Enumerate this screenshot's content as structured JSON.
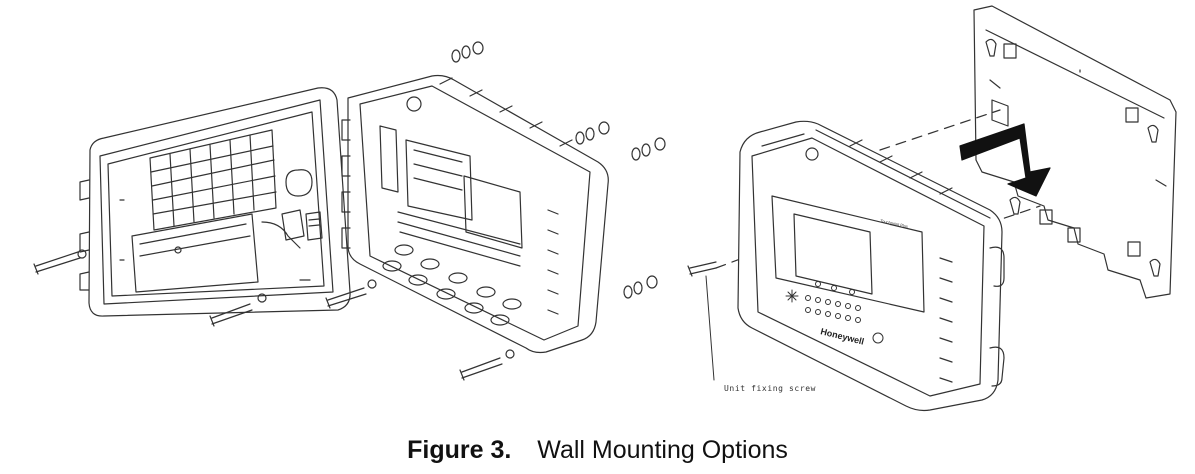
{
  "figure": {
    "number": "Figure 3.",
    "title": "Wall Mounting Options"
  },
  "callouts": {
    "unit_fixing_screw": "Unit fixing screw"
  },
  "device": {
    "brand": "Honeywell",
    "model": "Touchpoint Plus"
  },
  "colors": {
    "line": "#333333",
    "fill": "#ffffff",
    "arrow": "#111111"
  }
}
